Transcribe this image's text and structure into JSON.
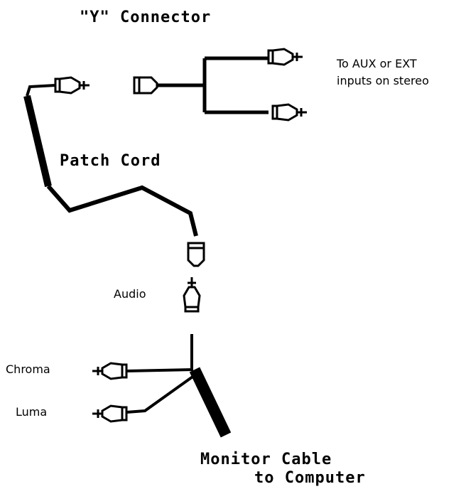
{
  "title": "\"Y\" Connector",
  "labels": {
    "aux_line1": "To AUX or EXT",
    "aux_line2": "inputs on stereo",
    "patch_cord": "Patch Cord",
    "audio": "Audio",
    "chroma": "Chroma",
    "luma": "Luma",
    "monitor_line1": "Monitor Cable",
    "monitor_line2": "to Computer"
  },
  "colors": {
    "ink": "#000000",
    "background": "#ffffff"
  }
}
